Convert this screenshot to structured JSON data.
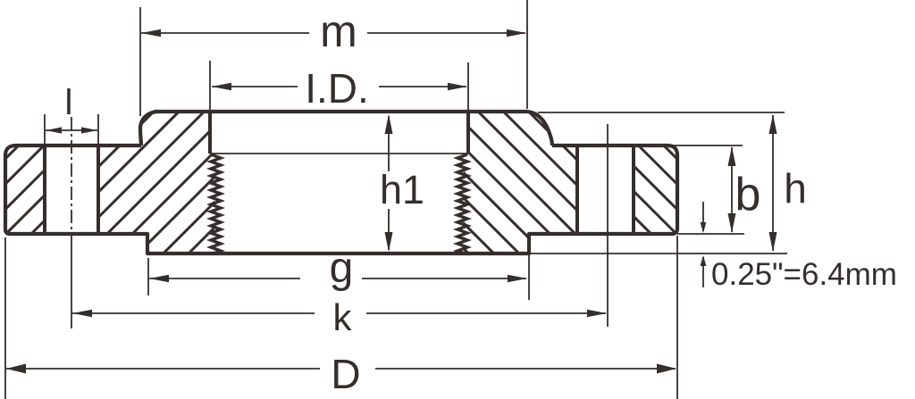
{
  "figure": {
    "description_hint": "threaded flange cross-section drawing",
    "background_color": "#ffffff",
    "line_color": "#352e2c",
    "labels": {
      "m": "m",
      "id": "I.D.",
      "l": "l",
      "h1": "h1",
      "b": "b",
      "h": "h",
      "g": "g",
      "k": "k",
      "D": "D",
      "note": "0.25\"=6.4mm"
    }
  }
}
